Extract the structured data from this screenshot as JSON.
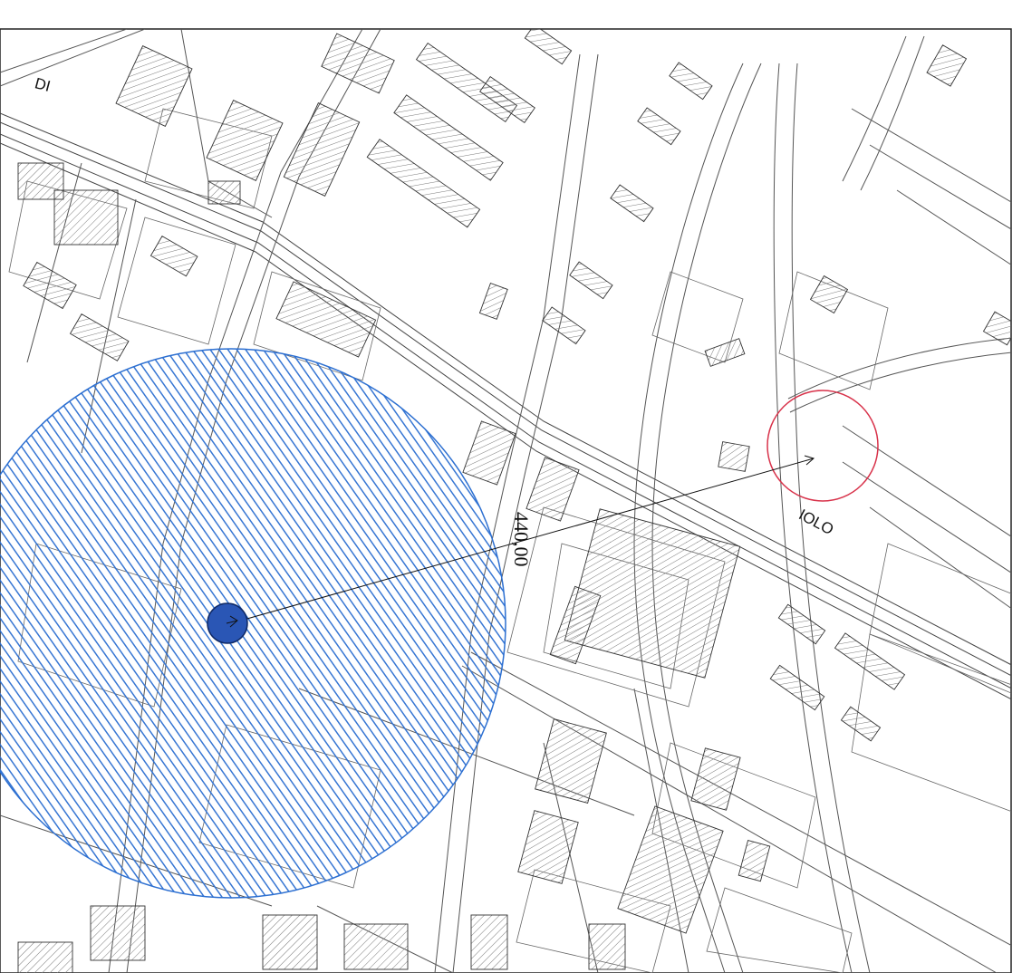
{
  "map": {
    "street_labels": [
      "DI",
      "IOLO"
    ],
    "distance_label": "440,00",
    "colors": {
      "line": "#333333",
      "hatch": "#7a7a7a",
      "buffer_fill": "#1f5fbf",
      "buffer_stroke": "#2c6fd1",
      "point": "#2a56b5",
      "target_circle": "#d8324a",
      "background": "#ffffff"
    },
    "icons": [
      "source-point-icon",
      "target-circle-icon"
    ]
  }
}
